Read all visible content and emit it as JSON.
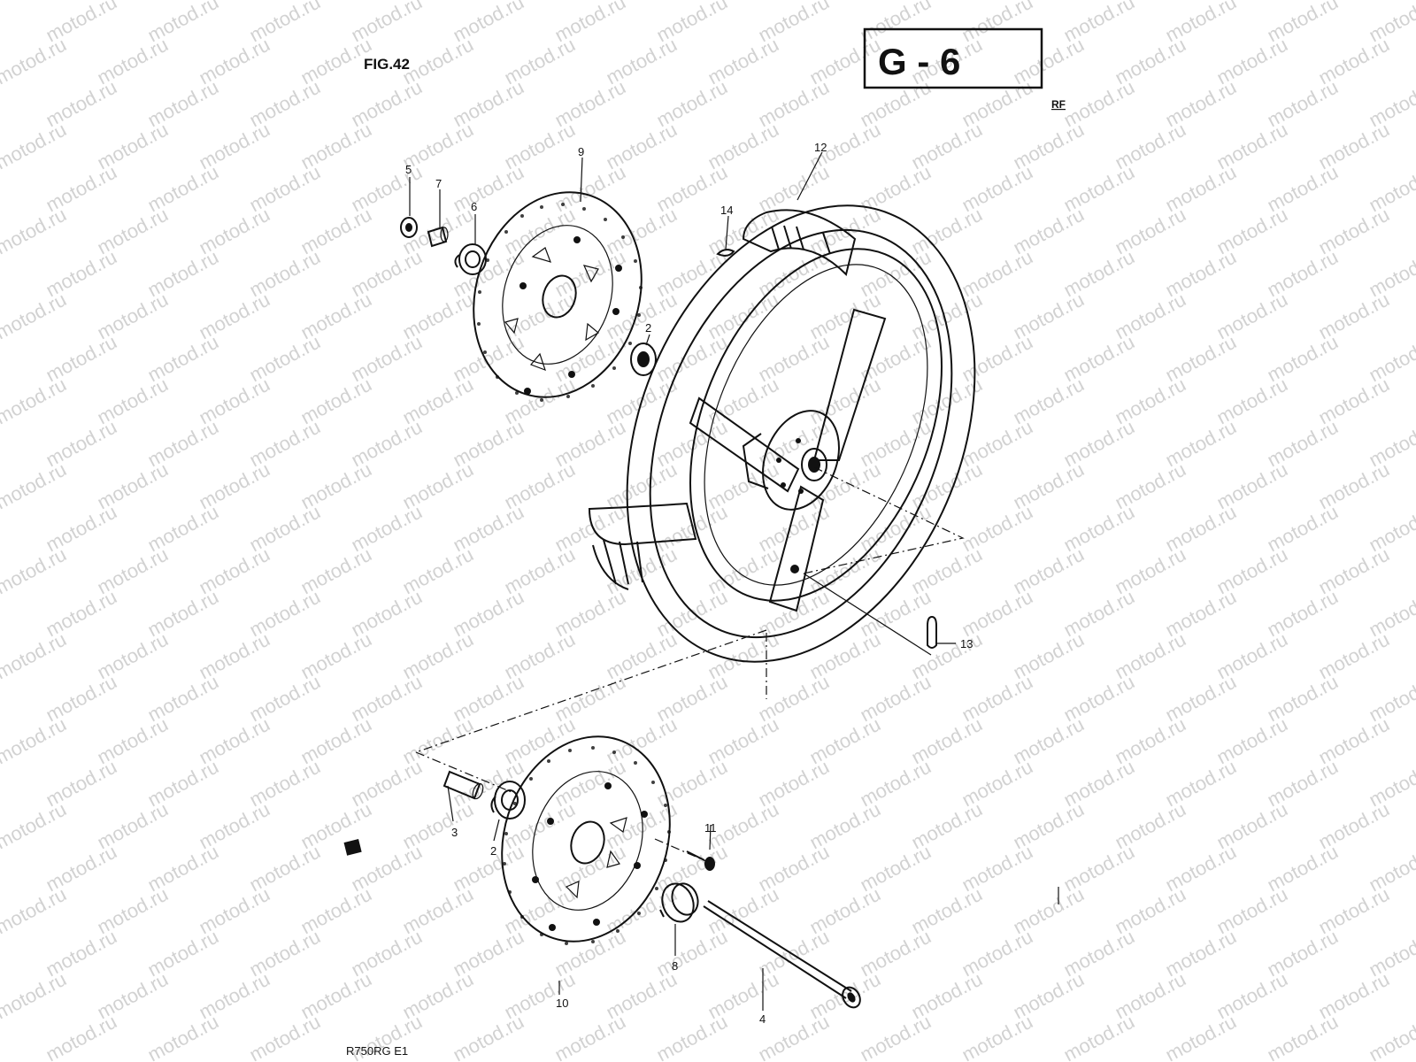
{
  "figure": {
    "title": "FIG.42",
    "code": "G - 6",
    "rf_mark": "RF",
    "model": "R750RG E1"
  },
  "watermark": "motod.ru",
  "parts": [
    {
      "key": "p5",
      "label": "5",
      "icon": "nut-icon"
    },
    {
      "key": "p7",
      "label": "7",
      "icon": "spacer-icon"
    },
    {
      "key": "p6",
      "label": "6",
      "icon": "bearing-icon"
    },
    {
      "key": "p9",
      "label": "9",
      "icon": "brake-disc-icon"
    },
    {
      "key": "p12",
      "label": "12",
      "icon": "tire-icon"
    },
    {
      "key": "p14",
      "label": "14",
      "icon": "balance-weight-icon"
    },
    {
      "key": "p2a",
      "label": "2",
      "icon": "bearing-icon"
    },
    {
      "key": "p13",
      "label": "13",
      "icon": "valve-icon"
    },
    {
      "key": "p3",
      "label": "3",
      "icon": "spacer-icon"
    },
    {
      "key": "p2b",
      "label": "2",
      "icon": "bearing-icon"
    },
    {
      "key": "p11",
      "label": "11",
      "icon": "bolt-icon"
    },
    {
      "key": "p8",
      "label": "8",
      "icon": "speedometer-gear-icon"
    },
    {
      "key": "p10",
      "label": "10",
      "icon": "brake-disc-icon"
    },
    {
      "key": "p4",
      "label": "4",
      "icon": "axle-icon"
    }
  ]
}
